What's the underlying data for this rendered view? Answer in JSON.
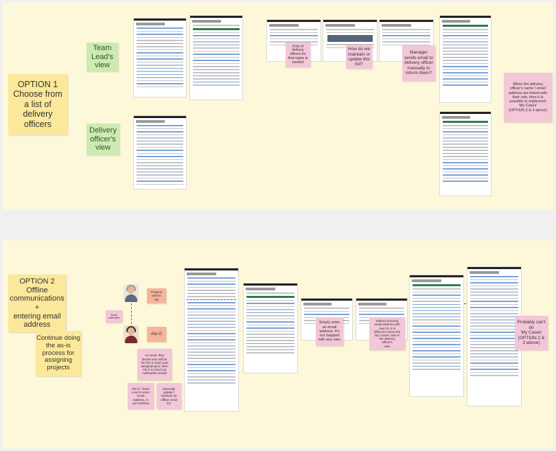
{
  "panel1": {
    "option_label": "OPTION 1\nChoose from\na list of\ndelivery\nofficers",
    "team_lead_label": "Team\nLead's\nview",
    "delivery_officer_label": "Delivery\nofficer's\nview",
    "note_list": "A list of\ndelivery\nofficers for\nthat region is\nneeded",
    "note_maintain": "How do we\nmaintain or\nupdate this\nlist?",
    "note_manager": "Manager\nsends email to\ndelivery officer\nmanually to\ninform them?",
    "note_my_cases": "When the delivery\nofficer's name / email\naddress are linked with\ntheir role, then it is\npossible to implement\n'My Cases'\n(OPTION 2 & 3 above)"
  },
  "panel2": {
    "option_label": "OPTION 2\nOffline\ncommunications\n+\nentering email\naddress",
    "continue_label": "Continue doing\nthe as-is\nprocess for\nassigning\nprojects",
    "note_projects_sent": "Projects\nsent to\nAbi",
    "note_abi": "Abi G",
    "note_small": "Email\nnotification",
    "note_as_usual": "As usual, they\ndecide who will be\nthe DO in team and\nassign/project; then\nAbi G to send out\nnotification emails",
    "note_abi_enter": "Abi G / Team\nLead to enter\nemail\naddress, in\nour interface",
    "note_manually": "Manually\nupdate /\nmaintain an\noffline email\nlist",
    "note_simply": "Simply enter\nan email\naddress. It's\nnot mapped\nwith any user",
    "note_without": "Without knowing\nemail address with\nuser ID, it is\ndifficult to show the\n'My Cases' view in\nthe delivery\nofficer's\nview",
    "note_probably": "Probably can't\ndo\n'My Cases'\n(OPTION 2 &\n3 above)"
  }
}
